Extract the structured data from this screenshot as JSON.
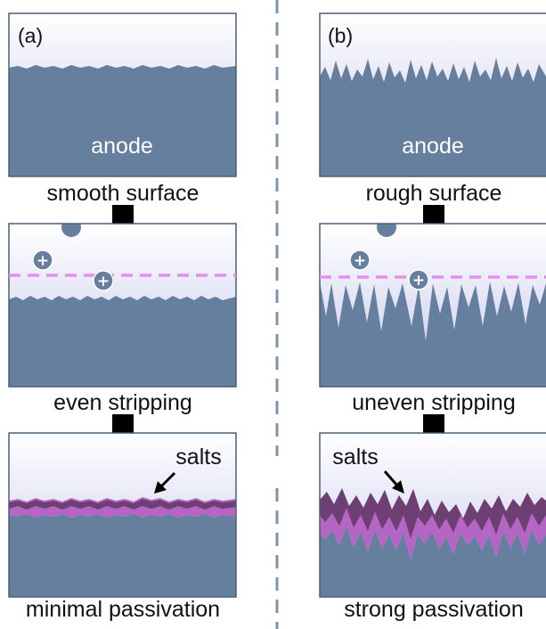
{
  "panels": {
    "a": {
      "label": "(a)",
      "anode_label": "anode",
      "captions": [
        "smooth surface",
        "even stripping",
        "minimal passivation"
      ],
      "salts_label": "salts"
    },
    "b": {
      "label": "(b)",
      "anode_label": "anode",
      "captions": [
        "rough surface",
        "uneven stripping",
        "strong passivation"
      ],
      "salts_label": "salts"
    }
  },
  "ion_symbol": "+",
  "colors": {
    "anode": "#677f9f",
    "anode_outline": "#4a5e7a",
    "electrolyte_top": "#ffffff",
    "electrolyte_bottom": "#c7cbeb",
    "stripping_line": "#e38ff0",
    "salt_outer": "#b565c4",
    "salt_inner": "#6e3f72",
    "divider": "#7f93ae",
    "arrow": "#000000"
  }
}
